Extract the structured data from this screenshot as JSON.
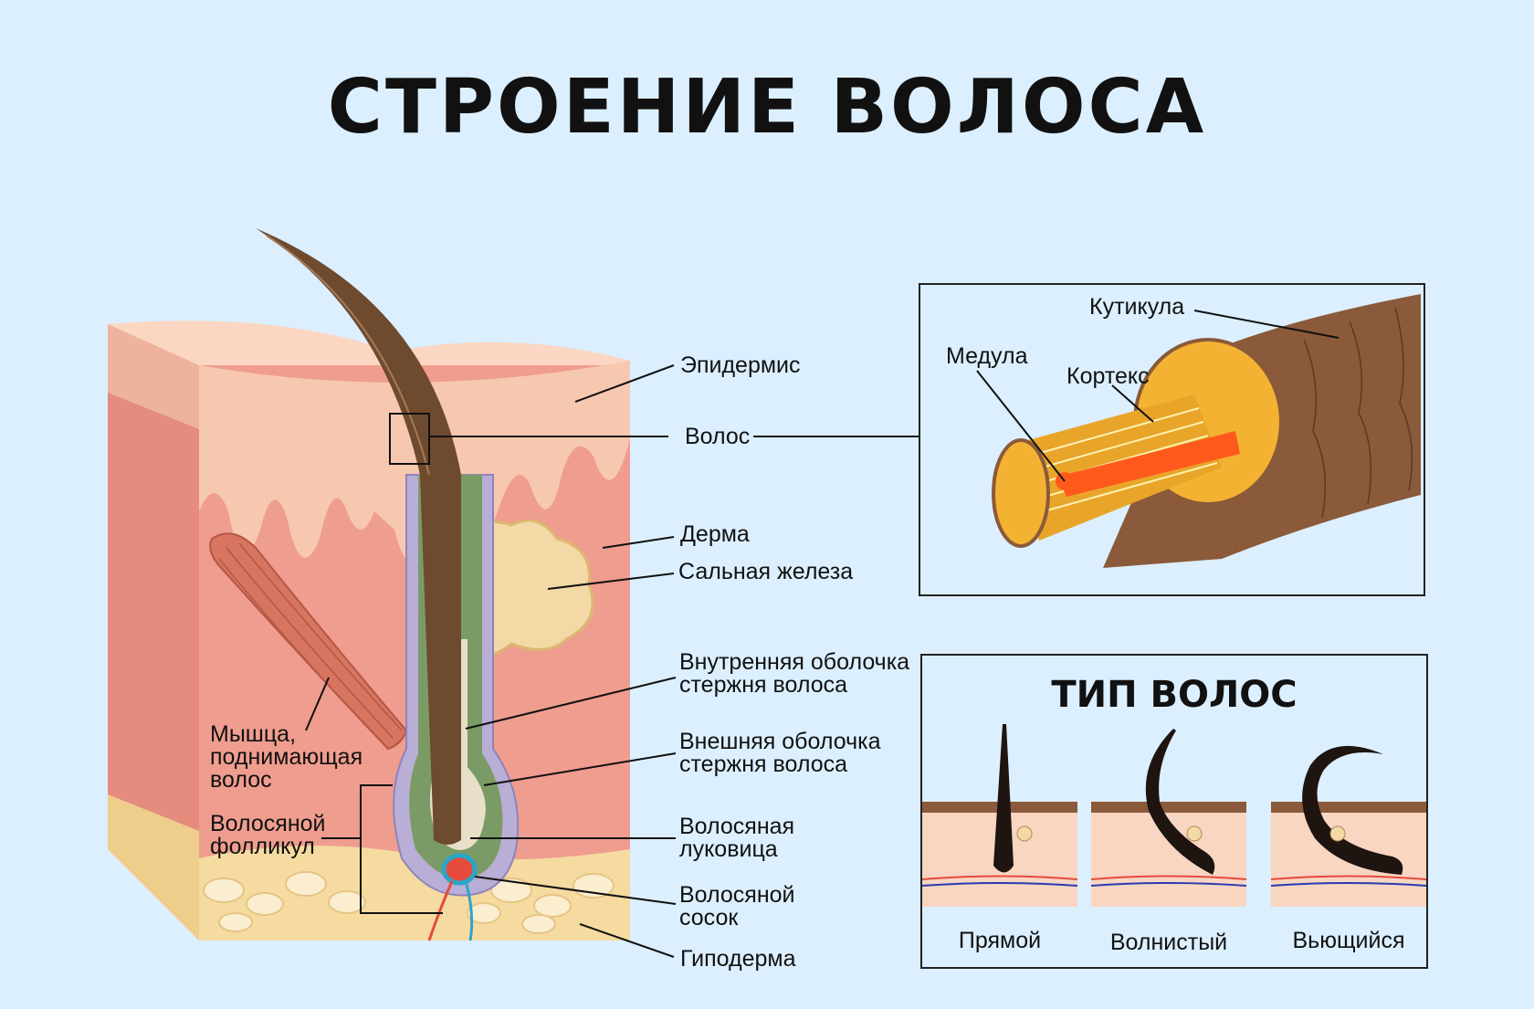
{
  "title": "СТРОЕНИЕ ВОЛОСА",
  "labels": {
    "epidermis": "Эпидермис",
    "hair": "Волос",
    "dermis": "Дерма",
    "sebaceous_gland": "Сальная железа",
    "inner_root_sheath": "Внутренняя оболочка\nстержня волоса",
    "outer_root_sheath": "Внешняя оболочка\nстержня волоса",
    "hair_bulb": "Волосяная\nлуковица",
    "hair_papilla": "Волосяной\nсосок",
    "hypodermis": "Гиподерма",
    "arrector_muscle": "Мышца,\nподнимающая\nволос",
    "hair_follicle": "Волосяной\nфолликул"
  },
  "cross_section": {
    "cuticle": "Кутикула",
    "medulla": "Медула",
    "cortex": "Кортекс"
  },
  "hair_types": {
    "title": "ТИП ВОЛОС",
    "straight": "Прямой",
    "wavy": "Волнистый",
    "curly": "Вьющийся"
  },
  "colors": {
    "background": "#dcefff",
    "epidermis": "#f6c6ad",
    "dermis": "#ee9c8d",
    "hypodermis": "#f5dba0",
    "hair": "#6e4a2f",
    "muscle": "#d77560",
    "gland": "#f2d9a6",
    "medulla": "#ff5a1c",
    "cortex": "#f3b232",
    "cuticle": "#8a5a3a"
  }
}
